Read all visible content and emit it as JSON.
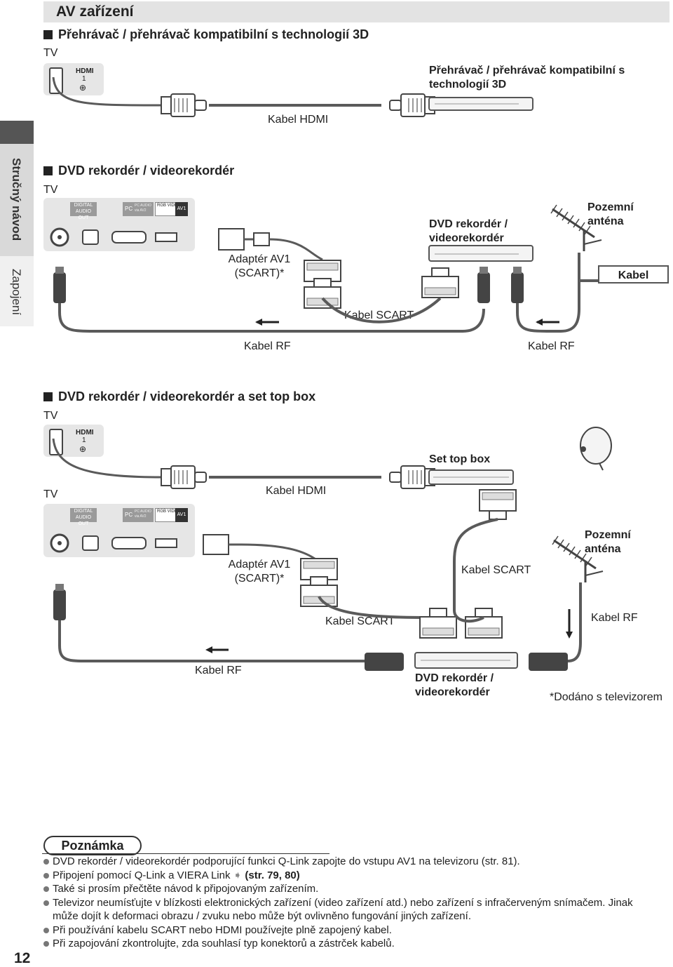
{
  "header": {
    "title": "AV zařízení"
  },
  "sidebar": {
    "tab_active": "Stručný návod",
    "tab_inactive": "Zapojení"
  },
  "section1": {
    "title": "Přehrávač / přehrávač kompatibilní s technologií 3D",
    "tv_label": "TV",
    "port": {
      "name": "HDMI",
      "number": "1"
    },
    "device_label": "Přehrávač / přehrávač kompatibilní s technologií 3D",
    "cable_label": "Kabel HDMI"
  },
  "section2": {
    "title": "DVD rekordér / videorekordér",
    "tv_label": "TV",
    "panel_labels": {
      "digital_audio": "DIGITAL AUDIO OUT",
      "pc": "PC",
      "pc_audio": "PC AUDIO via AV2",
      "rgb_video": "RGB VIDEO",
      "av1": "AV1"
    },
    "adapter_label": "Adaptér AV1 (SCART)*",
    "device_label": "DVD rekordér / videorekordér",
    "antenna_label": "Pozemní anténa",
    "kabel_box": "Kabel",
    "scart_label": "Kabel SCART",
    "rf_left": "Kabel RF",
    "rf_right": "Kabel RF"
  },
  "section3": {
    "title": "DVD rekordér / videorekordér a set top box",
    "tv_label_1": "TV",
    "tv_label_2": "TV",
    "port": {
      "name": "HDMI",
      "number": "1"
    },
    "set_top_box_label": "Set top box",
    "hdmi_cable": "Kabel HDMI",
    "panel_labels": {
      "digital_audio": "DIGITAL AUDIO OUT",
      "pc": "PC",
      "pc_audio": "PC AUDIO via AV2",
      "rgb_video": "RGB VIDEO",
      "av1": "AV1"
    },
    "adapter_label": "Adaptér AV1 (SCART)*",
    "scart_right": "Kabel SCART",
    "antenna_label": "Pozemní anténa",
    "scart_bottom": "Kabel SCART",
    "rf_right": "Kabel RF",
    "rf_left": "Kabel RF",
    "device_label": "DVD rekordér / videorekordér",
    "footnote": "*Dodáno s televizorem"
  },
  "note": {
    "title": "Poznámka",
    "items": [
      "DVD rekordér / videorekordér podporující funkci Q-Link zapojte do vstupu AV1 na televizoru (str. 81).",
      "Připojení pomocí Q-Link a VIERA Link",
      "Také si prosím přečtěte návod k připojovaným zařízením.",
      "Televizor neumísťujte v blízkosti elektronických zařízení (video zařízení atd.) nebo zařízení s infračerveným snímačem. Jinak může dojít k deformaci obrazu / zvuku nebo může být ovlivněno fungování jiných zařízení.",
      "Při používání kabelu SCART nebo HDMI používejte plně zapojený kabel.",
      "Při zapojování zkontrolujte, zda souhlasí typ konektorů a zástrček kabelů."
    ],
    "link_ref": "(str. 79, 80)"
  },
  "page_number": "12",
  "colors": {
    "cable": "#5a5a5a",
    "panel": "#e6e6e6",
    "header_bar": "#e3e3e3",
    "tab_active": "#d9d9d9"
  }
}
